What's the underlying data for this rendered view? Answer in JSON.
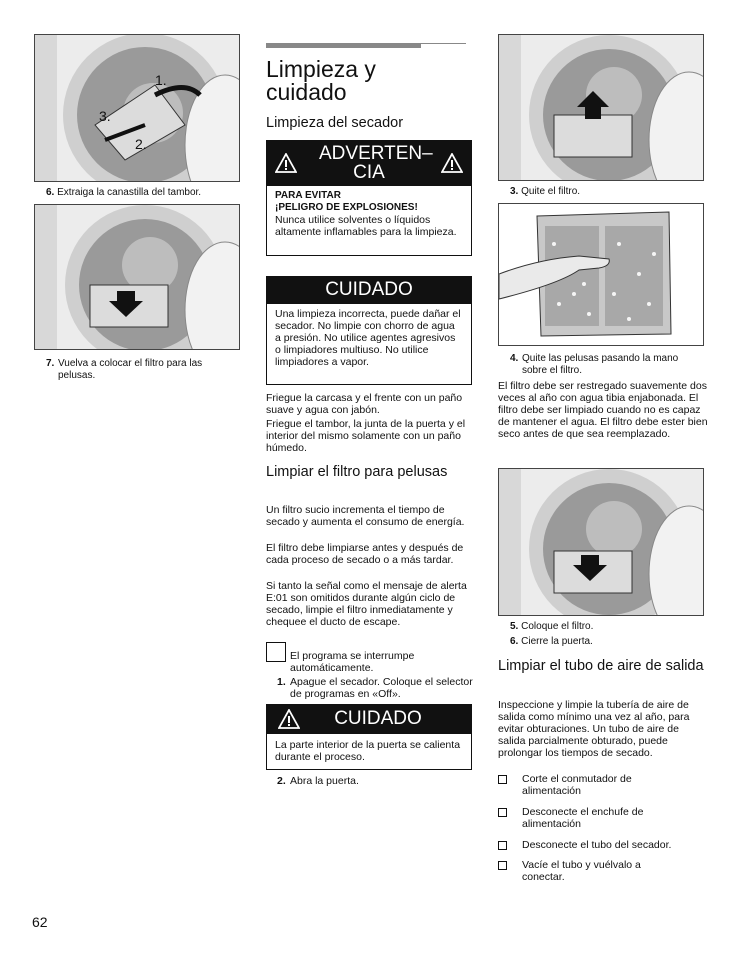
{
  "left": {
    "caption6_num": "6.",
    "caption6": "Extraiga la canastilla del tambor.",
    "caption7_num": "7.",
    "caption7": "Vuelva a colocar el filtro para las pelusas."
  },
  "title": "Limpieza y cuidado",
  "section_dryer": "Limpieza del secador",
  "warning": {
    "heading": "ADVERTEN– CIA",
    "label1": "PARA EVITAR",
    "label2": "¡PELIGRO DE EXPLOSIONES!",
    "text": "Nunca utilice solventes o líquidos altamente inflamables para la limpieza."
  },
  "caution1": {
    "heading": "CUIDADO",
    "text": "Una limpieza incorrecta, puede dañar el secador. No limpie con chorro de agua a presión. No utilice agentes agresivos o limpiadores multiuso. No utilice limpiadores a vapor."
  },
  "para1": "Friegue la carcasa y el frente con un paño suave y agua con jabón.",
  "para2": "Friegue el tambor, la junta de la puerta y el interior del mismo solamente con un paño húmedo.",
  "section_filter": "Limpiar el filtro para pelusas",
  "filter_p1": "Un filtro sucio incrementa el tiempo de secado y aumenta el consumo de energía.",
  "filter_p2": "El filtro debe limpiarse antes y después de cada proceso de secado o a más tardar.",
  "filter_p3": "Si tanto la señal como el mensaje de alerta E:01 son omitidos durante algún ciclo de secado, limpie el filtro inmediatamente y chequee el ducto de escape.",
  "note_text": "El programa se interrumpe automáticamente.",
  "step1_num": "1.",
  "step1": "Apague el secador. Coloque el selector de programas en «Off».",
  "caution2": {
    "heading": "CUIDADO",
    "text": "La parte interior de la puerta se calienta durante el proceso."
  },
  "step2_num": "2.",
  "step2": "Abra la puerta.",
  "right": {
    "step3_num": "3.",
    "step3": "Quite el filtro.",
    "step4_num": "4.",
    "step4": "Quite las pelusas pasando la mano sobre el filtro.",
    "para": "El filtro debe ser restregado suavemente dos veces al año con agua tibia enjabonada.  El filtro debe ser limpiado cuando no es capaz de mantener el agua.  El filtro debe ester bien seco antes de que sea reemplazado.",
    "step5_num": "5.",
    "step5": "Coloque el filtro.",
    "step6_num": "6.",
    "step6": "Cierre la puerta.",
    "section_duct": "Limpiar el tubo de aire de salida",
    "duct_para": "Inspeccione y limpie la tubería de aire de salida como mínimo una vez al año, para evitar obturaciones. Un tubo de aire de salida parcialmente obturado, puede prolongar los tiempos de secado.",
    "checks": [
      "Corte el conmutador de alimentación",
      "Desconecte el enchufe de alimentación",
      "Desconecte el tubo del secador.",
      "Vacíe el tubo y vuélvalo a conectar."
    ]
  },
  "page_number": "62",
  "colors": {
    "text": "#111111",
    "header_bg": "#111111",
    "rule": "#888888"
  },
  "icons": [
    "warning-triangle-icon",
    "arrow-down-icon",
    "arrow-up-icon"
  ]
}
